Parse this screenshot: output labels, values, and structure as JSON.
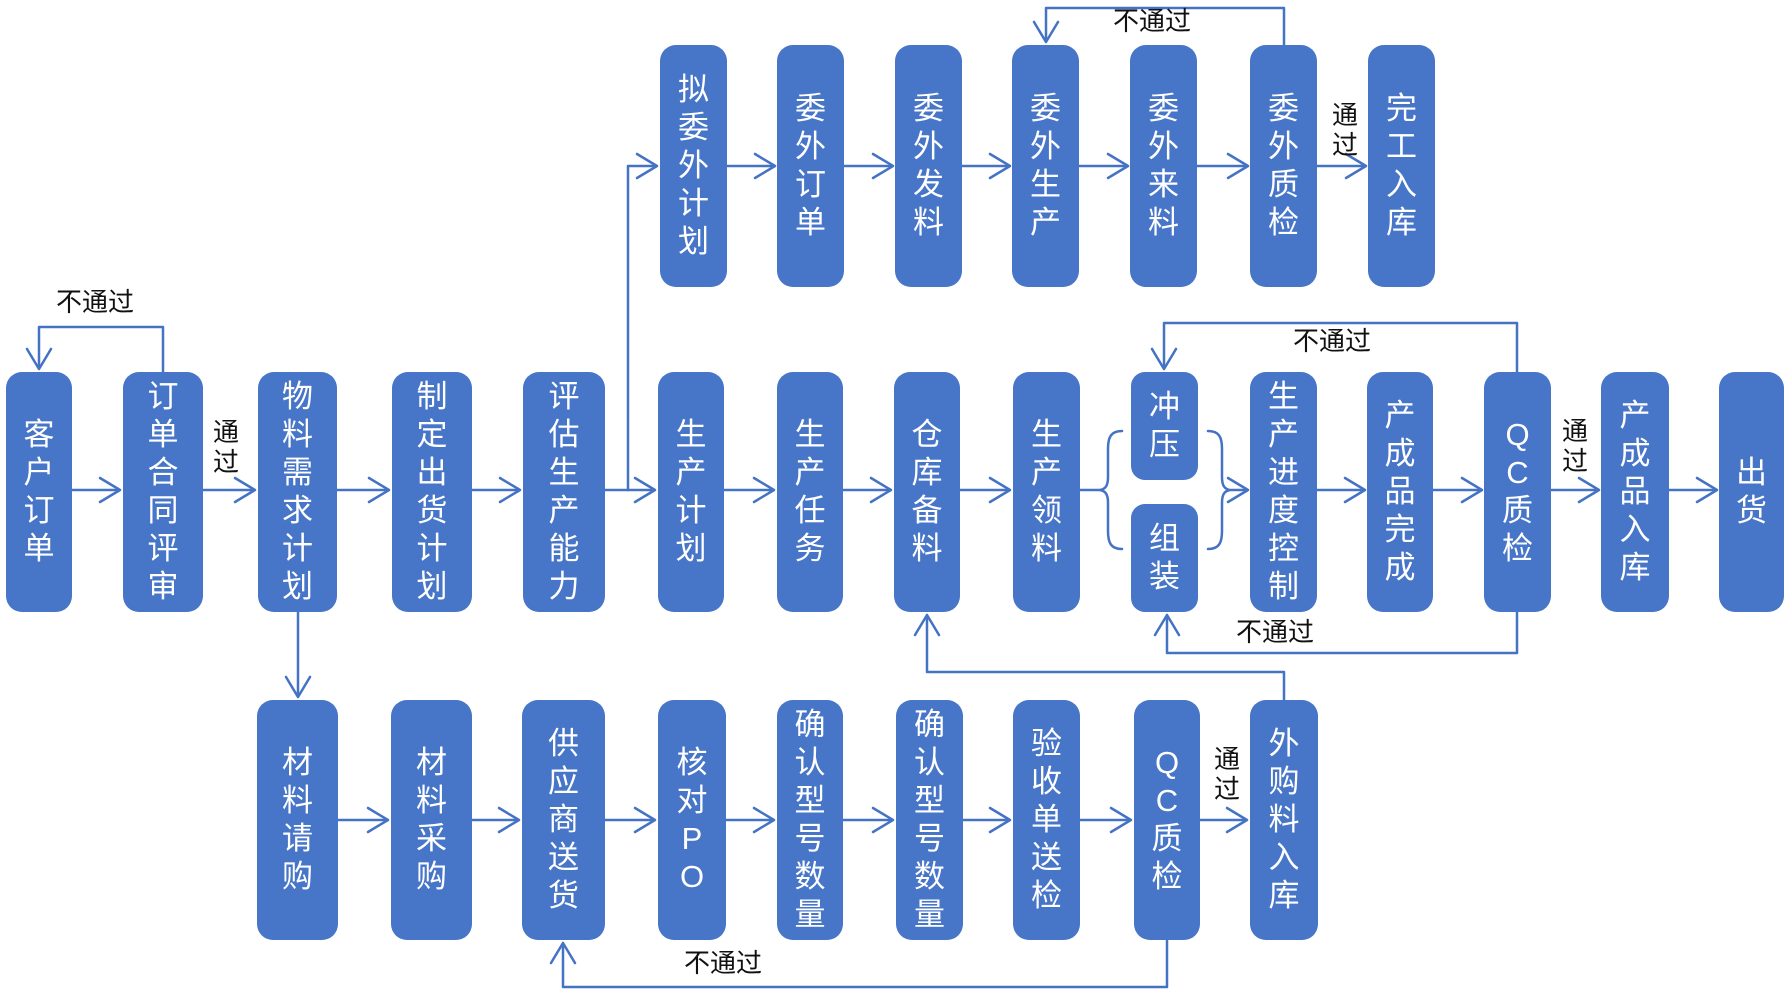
{
  "colors": {
    "node_fill": "#4775C8",
    "node_text": "#FFFFFF",
    "connector": "#4472C4",
    "label_text": "#111111",
    "background": "#FFFFFF"
  },
  "nodes": {
    "draft_outsourcing_plan": "拟委外计划",
    "outsourcing_order": "委外订单",
    "outsourcing_material_issue": "委外发料",
    "outsourcing_production": "委外生产",
    "outsourcing_incoming_material": "委外来料",
    "outsourcing_qc": "委外质检",
    "finished_goods_in": "完工入库",
    "customer_order": "客户订单",
    "order_contract_review": "订单合同评审",
    "material_requirement_plan": "物料需求计划",
    "shipping_plan": "制定出货计划",
    "capacity_evaluation": "评估生产能力",
    "production_plan": "生产计划",
    "production_task": "生产任务",
    "warehouse_material_prep": "仓库备料",
    "production_material_pick": "生产领料",
    "stamping": "冲压",
    "assembly": "组装",
    "production_progress_control": "生产进度控制",
    "finished_product_done": "产成品完成",
    "qc_mid": "QC质检",
    "finished_product_in": "产成品入库",
    "shipment": "出货",
    "material_requisition": "材料请购",
    "material_purchasing": "材料采购",
    "supplier_delivery": "供应商送货",
    "po_check": "核对PO",
    "confirm_model_qty_1": "确认型号数量",
    "confirm_model_qty_2": "确认型号数量",
    "acceptance_inspection": "验收单送检",
    "qc_bottom": "QC质检",
    "purchased_material_in": "外购料入库"
  },
  "edge_labels": {
    "fail_order_review": "不通过",
    "pass_order_review": "通过",
    "fail_outsourcing_qc": "不通过",
    "pass_outsourcing_qc": "通过",
    "fail_qc_mid_top": "不通过",
    "fail_qc_mid_bottom": "不通过",
    "pass_qc_mid": "通过",
    "pass_qc_bottom": "通过",
    "fail_qc_bottom": "不通过"
  }
}
